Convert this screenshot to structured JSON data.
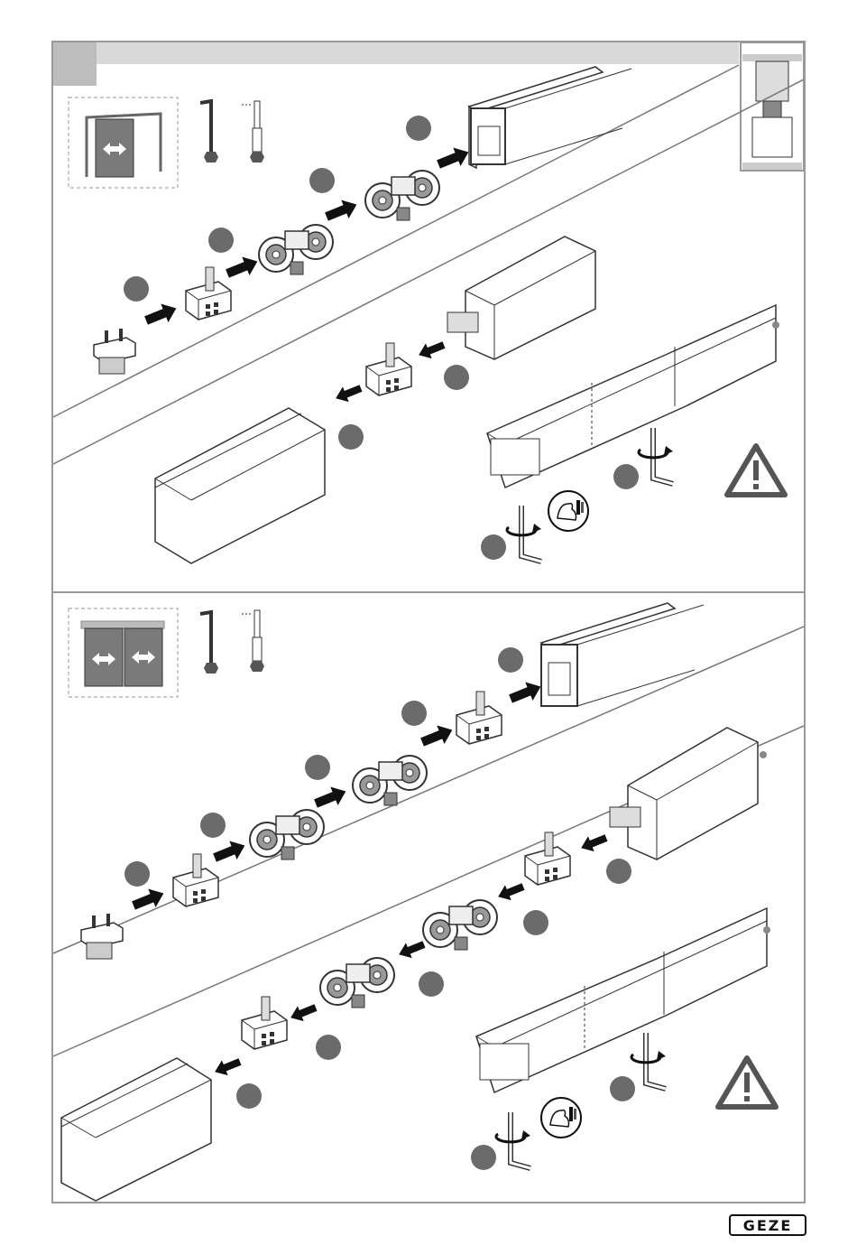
{
  "brand": {
    "logo_text": "GEZE"
  },
  "colors": {
    "frame": "#9a9a9a",
    "bar": "#d9d9d9",
    "badge": "#6b6b6b",
    "line": "#333333",
    "door": "#7a7a7a"
  },
  "panels": [
    {
      "name": "single-door-panel",
      "door_icon": "single-sliding-door-icon",
      "warning": "warning-triangle-icon"
    },
    {
      "name": "double-door-panel",
      "door_icon": "double-sliding-door-icon",
      "warning": "warning-triangle-icon"
    }
  ]
}
